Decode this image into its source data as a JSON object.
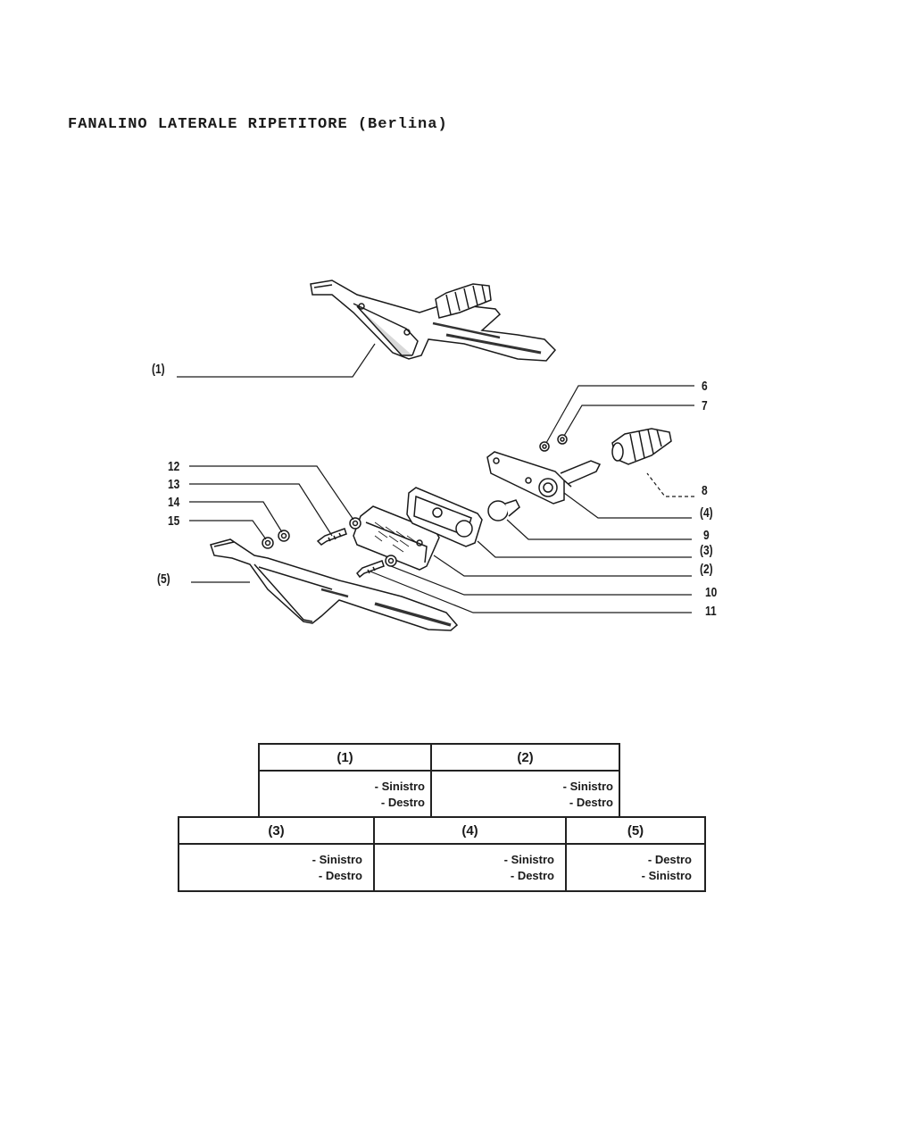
{
  "title": "FANALINO LATERALE RIPETITORE (Berlina)",
  "callouts": {
    "c1": "(1)",
    "c2": "(2)",
    "c3": "(3)",
    "c4": "(4)",
    "c5": "(5)",
    "n6": "6",
    "n7": "7",
    "n8": "8",
    "n9": "9",
    "n10": "10",
    "n11": "11",
    "n12": "12",
    "n13": "13",
    "n14": "14",
    "n15": "15"
  },
  "table_top": [
    {
      "header": "(1)",
      "lines": [
        "- Sinistro",
        "- Destro"
      ]
    },
    {
      "header": "(2)",
      "lines": [
        "- Sinistro",
        "- Destro"
      ]
    }
  ],
  "table_bottom": [
    {
      "header": "(3)",
      "lines": [
        "- Sinistro",
        "- Destro"
      ]
    },
    {
      "header": "(4)",
      "lines": [
        "- Sinistro",
        "- Destro"
      ]
    },
    {
      "header": "(5)",
      "lines": [
        "- Destro",
        "- Sinistro"
      ]
    }
  ]
}
